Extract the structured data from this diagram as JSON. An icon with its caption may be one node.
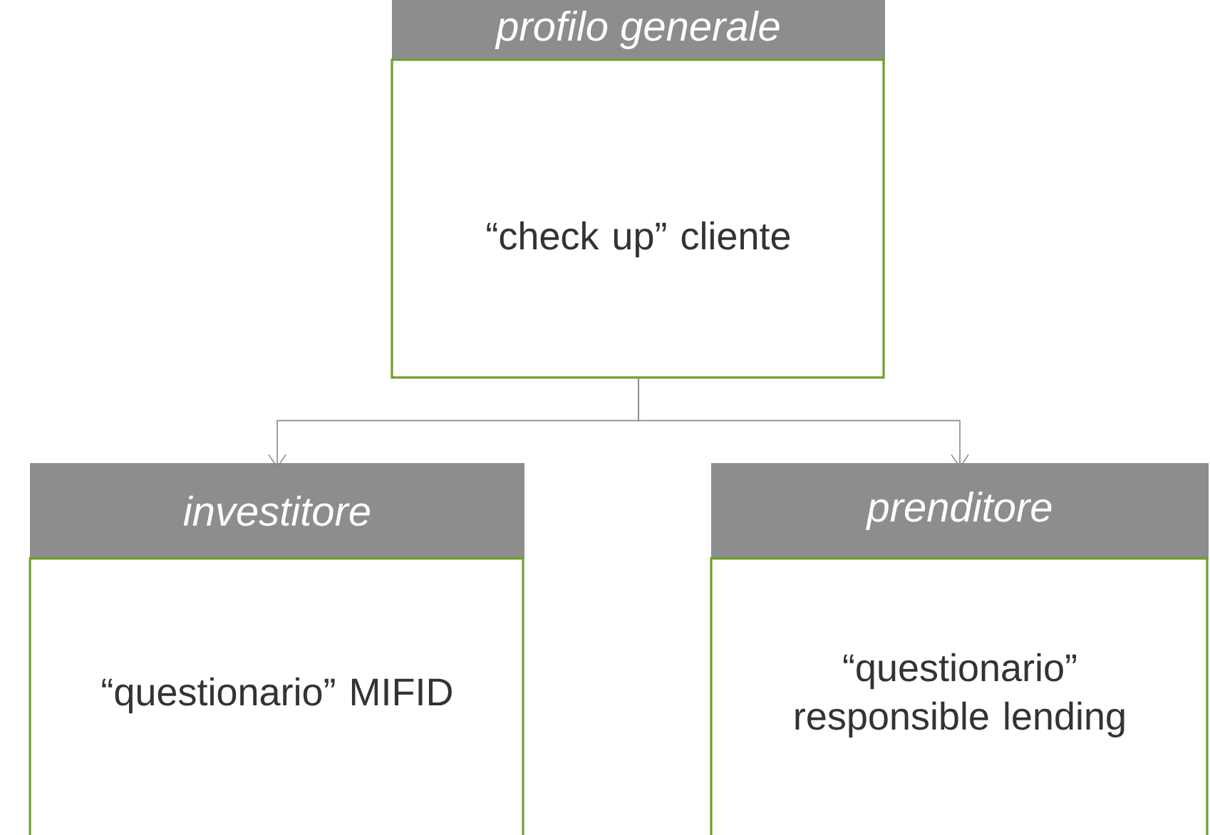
{
  "diagram": {
    "nodes": [
      {
        "text": [
          "profilo generale",
          "“check up” cliente"
        ]
      },
      {
        "text": [
          "investitore",
          "“questionario” MIFID"
        ]
      },
      {
        "text": [
          "prenditore",
          "“questionario” responsible lending"
        ]
      }
    ],
    "edges": [
      {
        "from": 0,
        "to": 1,
        "arrow": "to"
      },
      {
        "from": 0,
        "to": 2,
        "arrow": "to"
      }
    ]
  }
}
